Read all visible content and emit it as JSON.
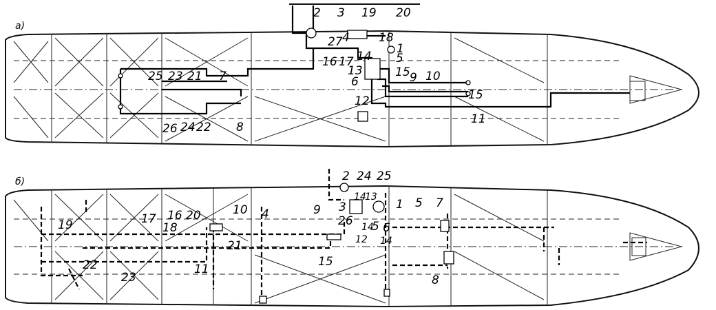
{
  "diagram": {
    "view_a": {
      "caption": "а)",
      "labels": [
        "2",
        "3",
        "19",
        "20",
        "27",
        "4",
        "18",
        "1",
        "16",
        "17",
        "14",
        "5",
        "25",
        "23",
        "21",
        "7",
        "13",
        "15",
        "6",
        "9",
        "10",
        "12",
        "15",
        "11",
        "26",
        "24",
        "22",
        "8"
      ]
    },
    "view_b": {
      "caption": "б)",
      "labels": [
        "2",
        "24",
        "25",
        "14",
        "13",
        "3",
        "1",
        "5",
        "7",
        "19",
        "17",
        "18",
        "16",
        "20",
        "10",
        "4",
        "9",
        "26",
        "14",
        "5",
        "6",
        "12",
        "14",
        "21",
        "22",
        "15",
        "11",
        "23",
        "8"
      ]
    }
  }
}
